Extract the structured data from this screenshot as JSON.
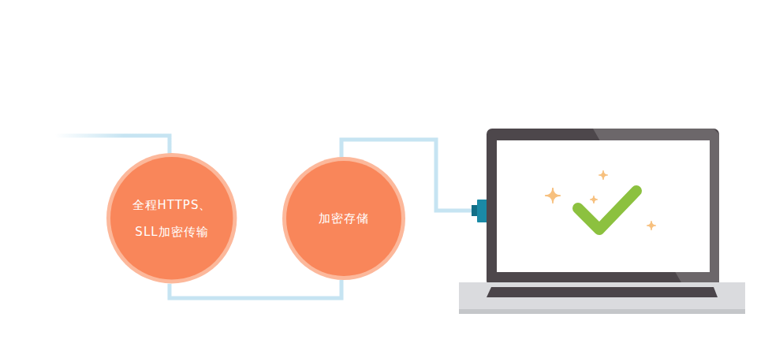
{
  "diagram": {
    "nodes": [
      {
        "text": [
          "全程HTTPS、 SLL加密传输"
        ]
      },
      {
        "text": [
          "加密存储"
        ]
      }
    ],
    "edges": [
      {
        "from": 0,
        "to": 1,
        "arrow": "none"
      }
    ]
  }
}
